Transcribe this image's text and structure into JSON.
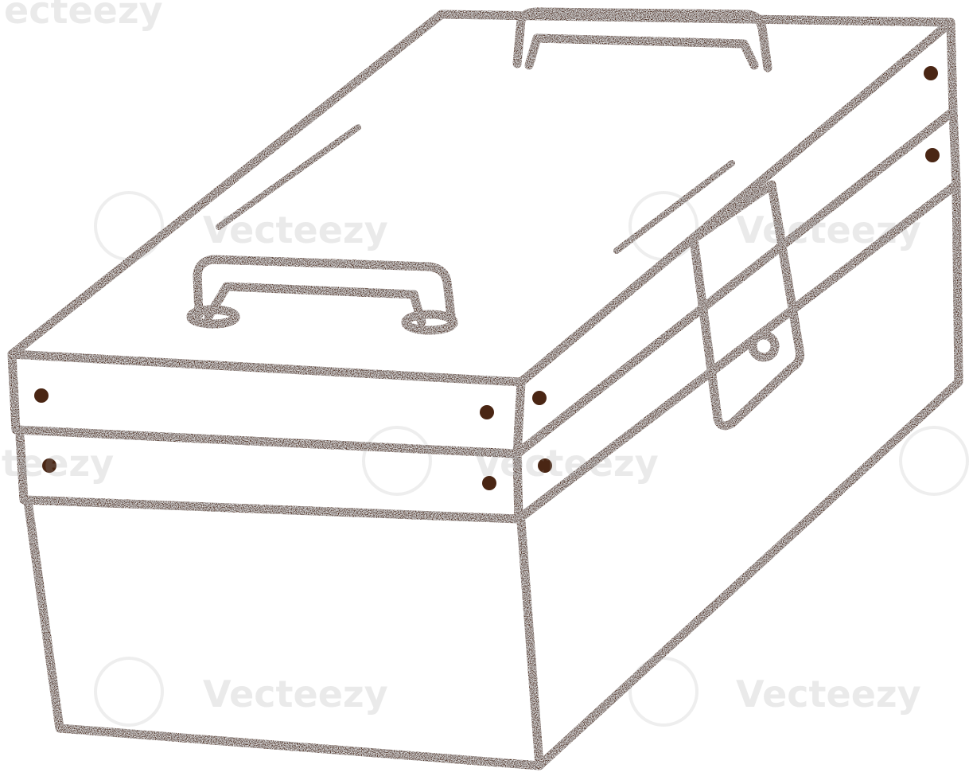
{
  "image": {
    "subject": "toolbox",
    "style": "chalk-like line drawing",
    "colors": {
      "ink": "#4a2614",
      "background": "#ffffff",
      "watermark": "#a0a0a0"
    }
  },
  "watermark": {
    "text": "Vecteezy",
    "partial_text_top": "ecteezy",
    "partial_text_left": "teezy"
  }
}
